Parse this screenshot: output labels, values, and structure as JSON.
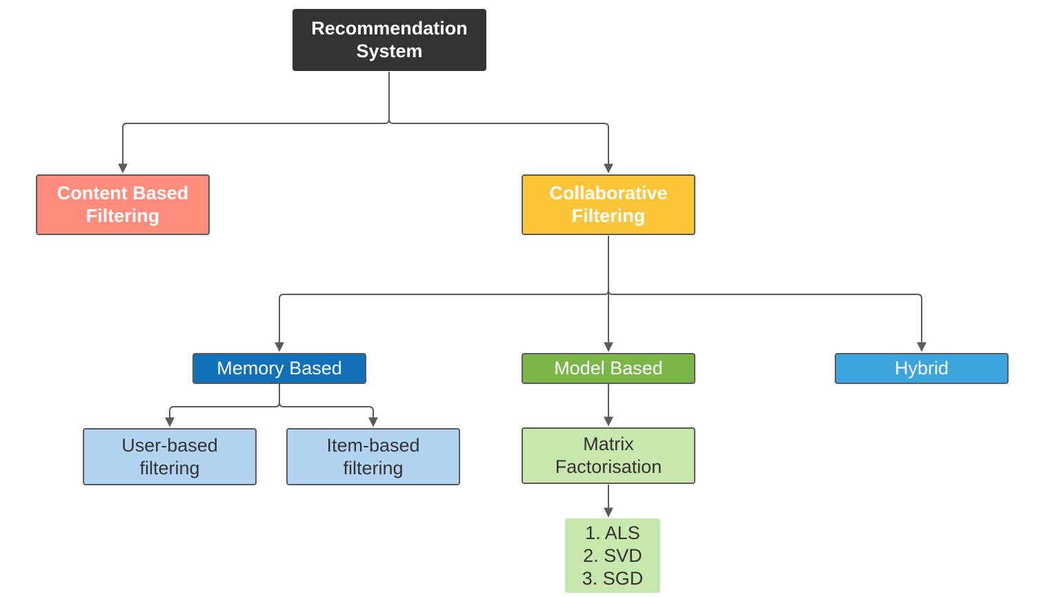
{
  "colors": {
    "root": "#333333",
    "content_based": "#ff8c7c",
    "collaborative": "#fcc538",
    "memory_based": "#1071b8",
    "model_based": "#7ab648",
    "hybrid": "#3aa6dd",
    "memory_children": "#b3d4f0",
    "model_children": "#c7e8ac",
    "connector": "#5a5a5a"
  },
  "nodes": {
    "root": "Recommendation\nSystem",
    "content_based": "Content Based\nFiltering",
    "collaborative": "Collaborative\nFiltering",
    "memory_based": "Memory Based",
    "model_based": "Model Based",
    "hybrid": "Hybrid",
    "user_based": "User-based\nfiltering",
    "item_based": "Item-based\nfiltering",
    "matrix_factorisation": "Matrix\nFactorisation",
    "algorithms": "1. ALS\n2. SVD\n3. SGD"
  }
}
